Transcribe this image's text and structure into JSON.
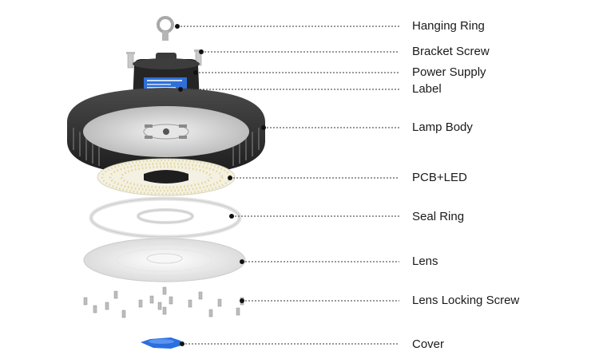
{
  "diagram": {
    "title": "",
    "colors": {
      "leader_line": "#333333",
      "label_text": "#1a1a1a",
      "lamp_dark": "#2b2b2b",
      "label_sticker": "#2f6fd8",
      "cover_blue": "#2a6fe0"
    },
    "parts": [
      {
        "label": "Hanging Ring"
      },
      {
        "label": "Bracket Screw"
      },
      {
        "label": "Power Supply"
      },
      {
        "label": "Label"
      },
      {
        "label": "Lamp Body"
      },
      {
        "label": "PCB+LED"
      },
      {
        "label": "Seal Ring"
      },
      {
        "label": "Lens"
      },
      {
        "label": "Lens Locking Screw"
      },
      {
        "label": "Cover"
      }
    ]
  }
}
